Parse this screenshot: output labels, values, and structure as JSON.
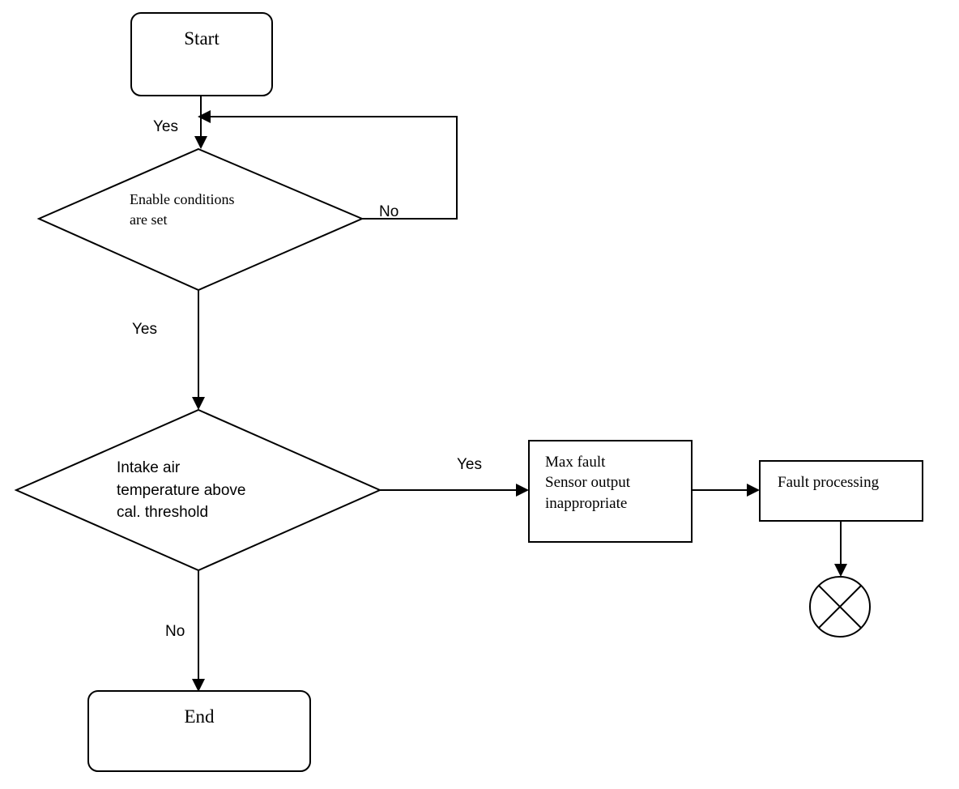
{
  "nodes": {
    "start": "Start",
    "enable_line1": "Enable conditions",
    "enable_line2": "are set",
    "intake_line1": "Intake air",
    "intake_line2": "temperature above",
    "intake_line3": "cal. threshold",
    "maxfault_line1": "Max fault",
    "maxfault_line2": "Sensor output",
    "maxfault_line3": "inappropriate",
    "fault_processing": "Fault processing",
    "end": "End"
  },
  "edges": {
    "start_to_enable": "Yes",
    "enable_loop": "No",
    "enable_to_intake": "Yes",
    "intake_to_maxfault": "Yes",
    "intake_to_end": "No"
  },
  "colors": {
    "line": "#000000",
    "background": "#ffffff"
  }
}
